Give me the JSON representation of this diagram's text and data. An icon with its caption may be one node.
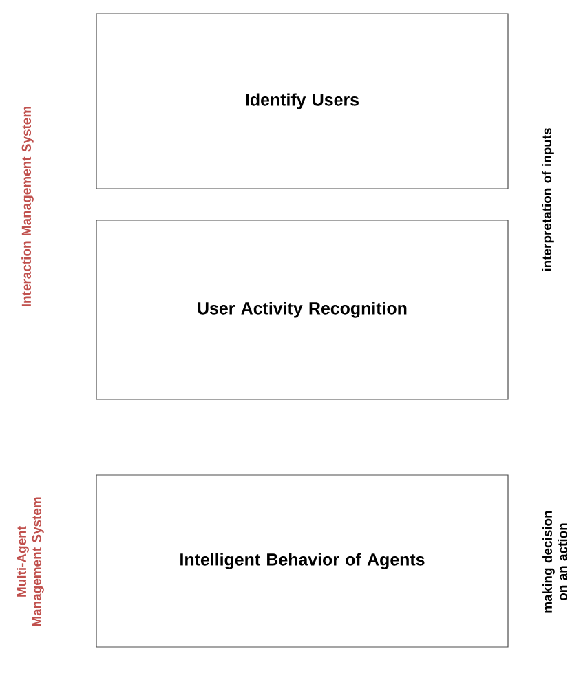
{
  "diagram": {
    "nodes": [
      {
        "text": [
          "Identify Users"
        ]
      },
      {
        "text": [
          "User Activity Recognition"
        ]
      },
      {
        "text": [
          "Intelligent Behavior of Agents"
        ]
      }
    ],
    "labels": [
      "Interaction Management System",
      "interpretation of inputs",
      "Multi-Agent Management System",
      "making decision on an action"
    ]
  }
}
